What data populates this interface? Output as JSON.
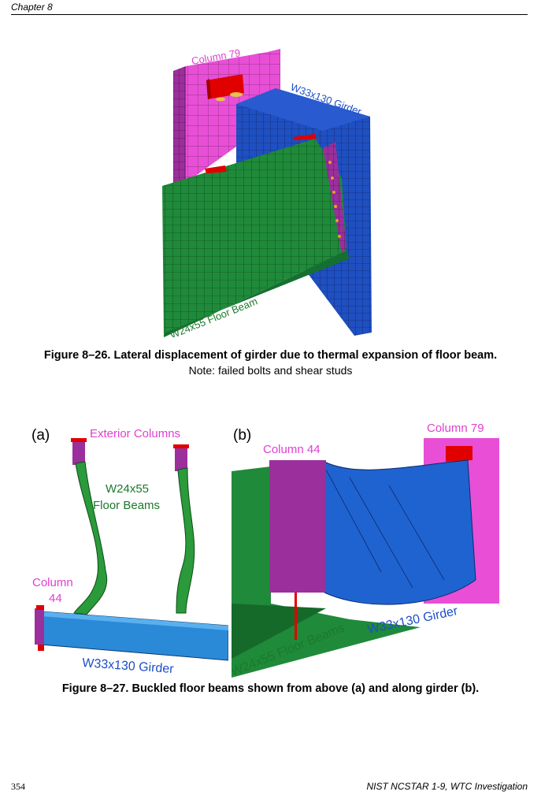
{
  "header": {
    "chapter": "Chapter 8"
  },
  "figure26": {
    "labels": {
      "column79": "Column 79",
      "girder": "W33x130 Girder",
      "floor_beam": "W24x55 Floor Beam"
    },
    "caption": "Figure 8–26.  Lateral displacement of girder due to thermal expansion of floor beam.",
    "note": "Note: failed bolts and shear studs"
  },
  "figure27": {
    "panel_a": {
      "tag": "(a)",
      "exterior_columns": "Exterior Columns",
      "floor_beams_line1": "W24x55",
      "floor_beams_line2": "Floor Beams",
      "column_line1": "Column",
      "column_line2": "44",
      "girder": "W33x130 Girder"
    },
    "panel_b": {
      "tag": "(b)",
      "column79": "Column 79",
      "column44": "Column 44",
      "girder": "W33x130 Girder",
      "floor_beams": "W24x55 Floor Beams"
    },
    "caption": "Figure 8–27.  Buckled floor beams shown from above (a) and along girder (b)."
  },
  "footer": {
    "page_number": "354",
    "publication": "NIST NCSTAR 1-9, WTC Investigation"
  },
  "colors": {
    "magenta_column": "#e84fd6",
    "purple_column": "#9b2f9b",
    "blue_girder": "#1f4fc0",
    "green_beam": "#1f8a3a",
    "red_plate": "#e00000",
    "label_magenta": "#e040d0",
    "label_blue": "#1e4fc8",
    "label_green": "#1a7a2a"
  }
}
